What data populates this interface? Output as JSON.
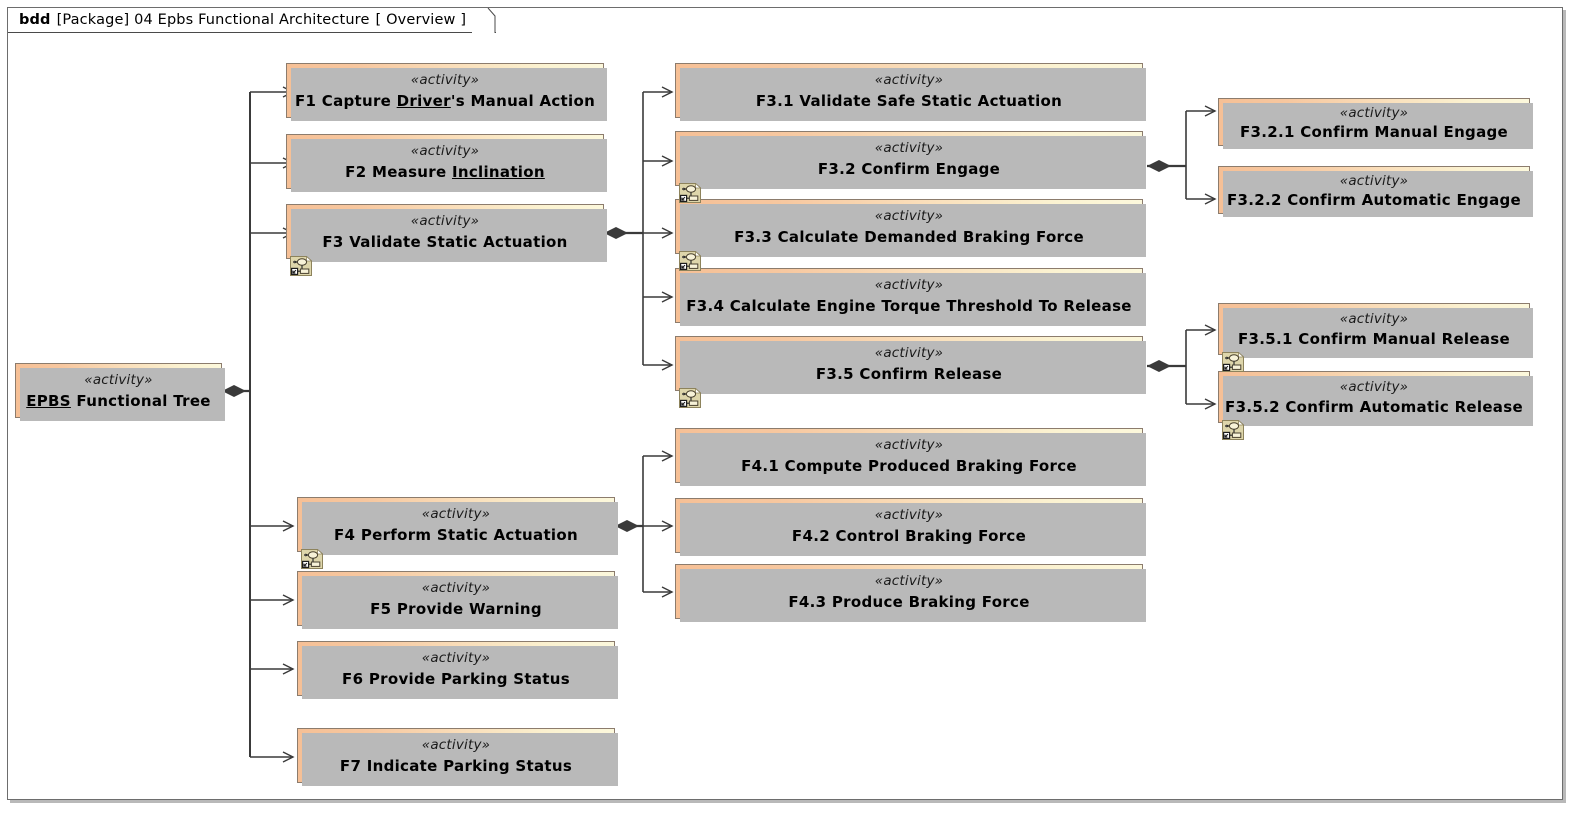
{
  "diagram": {
    "kind": "bdd",
    "scope": "[Package] 04 Epbs Functional Architecture",
    "view": "[ Overview  ]",
    "stereotype": "«activity»",
    "colors": {
      "fill_left": "#f6c096",
      "fill_right": "#fcf8dc",
      "border": "#8c7c6d",
      "shadow": "#b9b9b9",
      "frame_border": "#6d6d6d",
      "connector": "#3a3a3a",
      "icon_fill": "#d8cfa2"
    }
  },
  "root": {
    "stereotype": "«activity»",
    "name_pre": "EPBS",
    "name_post": " Functional Tree",
    "has_diagram_icon": false
  },
  "level1": [
    {
      "stereotype": "«activity»",
      "name_pre": "F1 Capture ",
      "name_mid": "Driver",
      "name_post": "'s Manual Action",
      "has_diagram_icon": false
    },
    {
      "stereotype": "«activity»",
      "name_pre": "F2 Measure ",
      "name_mid": "Inclination",
      "name_post": "",
      "has_diagram_icon": false
    },
    {
      "stereotype": "«activity»",
      "name": "F3 Validate Static Actuation",
      "has_diagram_icon": true
    },
    {
      "stereotype": "«activity»",
      "name": "F4 Perform Static Actuation",
      "has_diagram_icon": true
    },
    {
      "stereotype": "«activity»",
      "name": "F5 Provide Warning",
      "has_diagram_icon": false
    },
    {
      "stereotype": "«activity»",
      "name": "F6 Provide Parking Status",
      "has_diagram_icon": false
    },
    {
      "stereotype": "«activity»",
      "name": "F7 Indicate Parking Status",
      "has_diagram_icon": false
    }
  ],
  "f3_children": [
    {
      "stereotype": "«activity»",
      "name": "F3.1 Validate Safe Static Actuation",
      "has_diagram_icon": false
    },
    {
      "stereotype": "«activity»",
      "name": "F3.2 Confirm Engage",
      "has_diagram_icon": true
    },
    {
      "stereotype": "«activity»",
      "name": "F3.3 Calculate Demanded Braking Force",
      "has_diagram_icon": true
    },
    {
      "stereotype": "«activity»",
      "name": "F3.4 Calculate Engine Torque Threshold To Release",
      "has_diagram_icon": false
    },
    {
      "stereotype": "«activity»",
      "name": "F3.5 Confirm Release",
      "has_diagram_icon": true
    }
  ],
  "f32_children": [
    {
      "stereotype": "«activity»",
      "name": "F3.2.1 Confirm Manual Engage",
      "has_diagram_icon": false
    },
    {
      "stereotype": "«activity»",
      "name": "F3.2.2 Confirm Automatic Engage",
      "has_diagram_icon": false
    }
  ],
  "f35_children": [
    {
      "stereotype": "«activity»",
      "name": "F3.5.1 Confirm Manual Release",
      "has_diagram_icon": true
    },
    {
      "stereotype": "«activity»",
      "name": "F3.5.2 Confirm Automatic Release",
      "has_diagram_icon": true
    }
  ],
  "f4_children": [
    {
      "stereotype": "«activity»",
      "name": "F4.1 Compute Produced Braking Force",
      "has_diagram_icon": false
    },
    {
      "stereotype": "«activity»",
      "name": "F4.2 Control Braking Force",
      "has_diagram_icon": false
    },
    {
      "stereotype": "«activity»",
      "name": "F4.3 Produce Braking Force",
      "has_diagram_icon": false
    }
  ]
}
